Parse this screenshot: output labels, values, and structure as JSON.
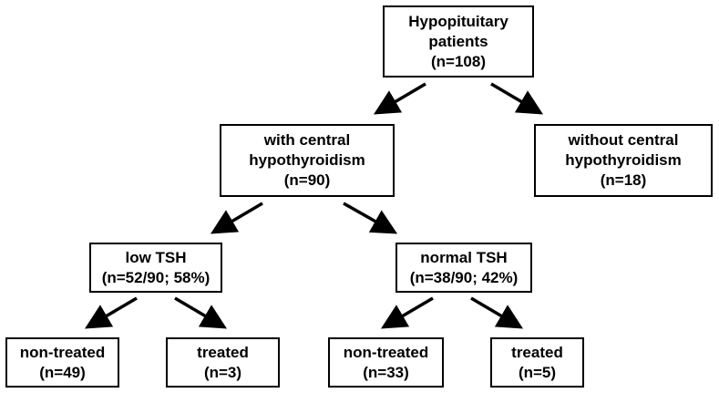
{
  "nodes": {
    "root": {
      "lines": [
        "Hypopituitary",
        "patients",
        "(n=108)"
      ]
    },
    "with_central": {
      "lines": [
        "with central",
        "hypothyroidism",
        "(n=90)"
      ]
    },
    "without_central": {
      "lines": [
        "without central",
        "hypothyroidism",
        "(n=18)"
      ]
    },
    "low_tsh": {
      "lines": [
        "low TSH",
        "(n=52/90; 58%)"
      ]
    },
    "normal_tsh": {
      "lines": [
        "normal TSH",
        "(n=38/90; 42%)"
      ]
    },
    "low_non_treated": {
      "lines": [
        "non-treated",
        "(n=49)"
      ]
    },
    "low_treated": {
      "lines": [
        "treated",
        "(n=3)"
      ]
    },
    "normal_non_treated": {
      "lines": [
        "non-treated",
        "(n=33)"
      ]
    },
    "normal_treated": {
      "lines": [
        "treated",
        "(n=5)"
      ]
    }
  }
}
